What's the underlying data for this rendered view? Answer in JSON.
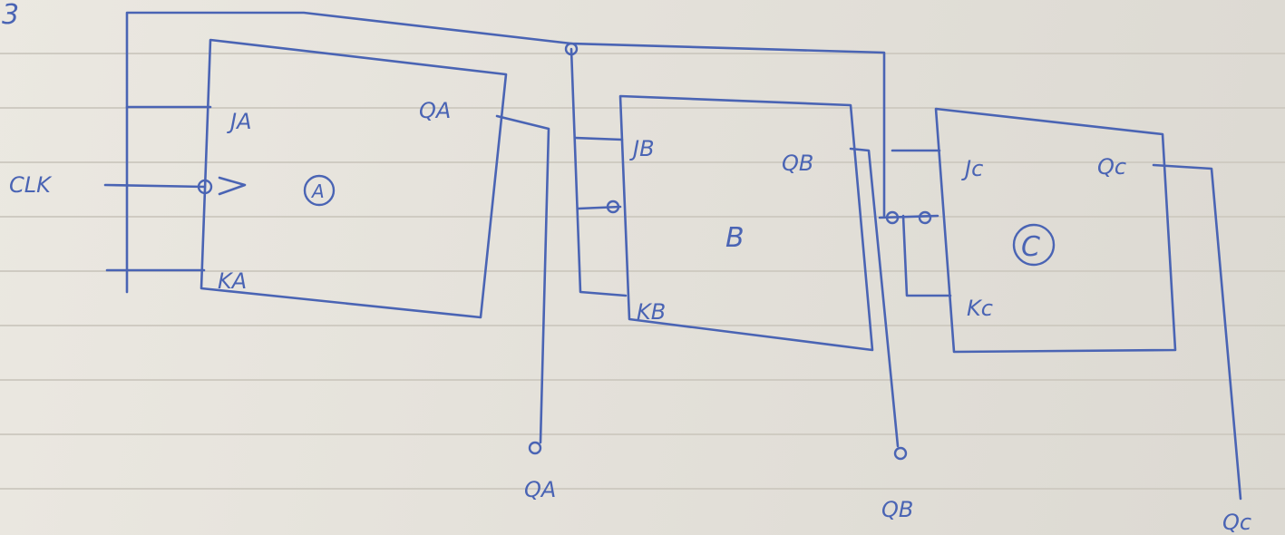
{
  "corner_mark": "3",
  "clock_label": "CLK",
  "flip_flops": [
    {
      "name": "A",
      "j_label": "JA",
      "k_label": "KA",
      "q_label": "QA"
    },
    {
      "name": "B",
      "j_label": "JB",
      "k_label": "KB",
      "q_label": "QB"
    },
    {
      "name": "C",
      "j_label": "Jc",
      "k_label": "Kc",
      "q_label": "Qc"
    }
  ],
  "outputs": [
    "QA",
    "QB",
    "Qc"
  ],
  "colors": {
    "ink": "#4a64b4",
    "paper": "#e9e6df",
    "rule_line": "#cfcbc2"
  }
}
